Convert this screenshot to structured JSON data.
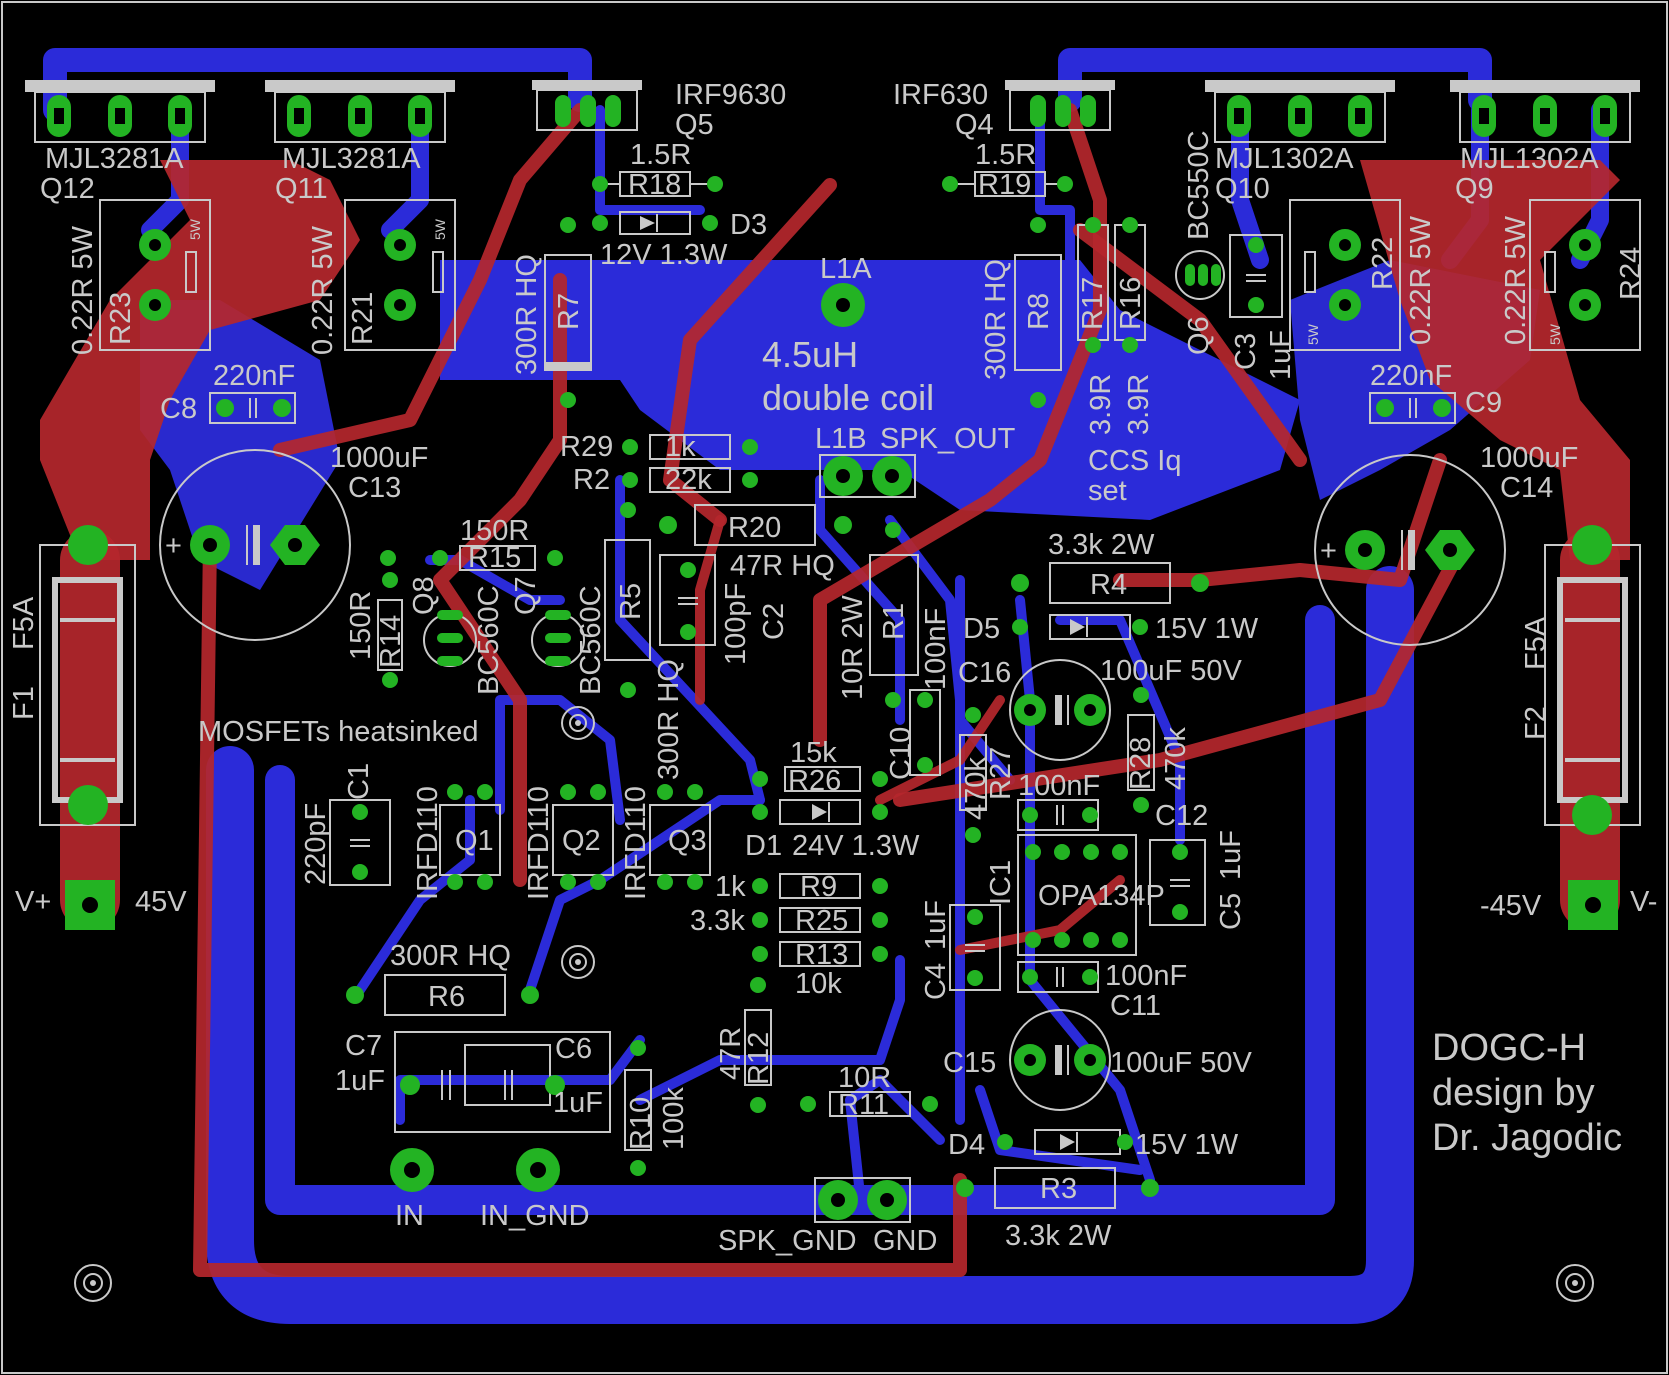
{
  "board": {
    "title_lines": [
      "DOGC-H",
      "design by",
      "Dr. Jagodic"
    ],
    "colors": {
      "background": "#000000",
      "top_copper": "#b5272c",
      "bottom_copper": "#2b2bd9",
      "pads": "#23b323",
      "silkscreen": "#c9c9c9"
    }
  },
  "power_devices": {
    "q12": {
      "part": "MJL3281A",
      "ref": "Q12"
    },
    "q11": {
      "part": "MJL3281A",
      "ref": "Q11"
    },
    "q5": {
      "part": "IRF9630",
      "ref": "Q5"
    },
    "q4": {
      "part": "IRF630",
      "ref": "Q4"
    },
    "q10": {
      "part": "MJL1302A",
      "ref": "Q10"
    },
    "q9": {
      "part": "MJL1302A",
      "ref": "Q9"
    }
  },
  "emitter_resistors": {
    "r23": {
      "value": "0.22R 5W",
      "ref": "R23",
      "rating": "5W"
    },
    "r21": {
      "value": "0.22R 5W",
      "ref": "R21",
      "rating": "5W"
    },
    "r22": {
      "value": "0.22R 5W",
      "ref": "R22",
      "rating": "5W"
    },
    "r24": {
      "value": "0.22R 5W",
      "ref": "R24",
      "rating": "5W"
    }
  },
  "top_section": {
    "r18": {
      "value": "1.5R",
      "ref": "R18"
    },
    "r19": {
      "value": "1.5R",
      "ref": "R19"
    },
    "d3": {
      "ref": "D3",
      "value": "12V 1.3W"
    },
    "r7": {
      "ref": "R7",
      "value": "300R HQ"
    },
    "r8": {
      "ref": "R8",
      "value": "300R HQ"
    },
    "l1a": "L1A",
    "coil_line1": "4.5uH",
    "coil_line2": "double coil",
    "q6_part": "BC550C",
    "q6_ref": "Q6",
    "r17": "R17",
    "r16": "R16",
    "r17_val": "3.9R",
    "r16_val": "3.9R",
    "c3_ref": "C3",
    "c3_val": "1uF",
    "ccs_line1": "CCS Iq",
    "ccs_line2": "set"
  },
  "caps": {
    "c8": {
      "ref": "C8",
      "value": "220nF"
    },
    "c9": {
      "ref": "C9",
      "value": "220nF"
    },
    "c13": {
      "ref": "C13",
      "value": "1000uF"
    },
    "c14": {
      "ref": "C14",
      "value": "1000uF"
    },
    "c16": {
      "ref": "C16",
      "value": "100uF 50V"
    },
    "c15": {
      "ref": "C15",
      "value": "100uF 50V"
    },
    "c10": {
      "ref": "C10",
      "value": "100nF"
    },
    "c11": {
      "ref": "C11",
      "value": "100nF"
    },
    "c12": {
      "ref": "C12",
      "value": "100nF"
    },
    "c2": {
      "ref": "C2",
      "value": "100pF"
    },
    "c1": {
      "ref": "C1",
      "value": "220pF"
    },
    "c5": {
      "ref": "C5",
      "value": "1uF"
    },
    "c4": {
      "ref": "C4",
      "value": "1uF"
    },
    "c7": {
      "ref": "C7",
      "value": "1uF"
    },
    "c6": {
      "ref": "C6",
      "value": "1uF"
    }
  },
  "connectors": {
    "l1b": "L1B",
    "spk_out": "SPK_OUT",
    "v_plus": "V+",
    "v_plus_val": "45V",
    "v_minus": "V-",
    "v_minus_val": "-45V",
    "in": "IN",
    "in_gnd": "IN_GND",
    "spk_gnd": "SPK_GND",
    "gnd": "GND"
  },
  "fuses": {
    "f1": {
      "ref": "F1",
      "value": "F5A"
    },
    "f2": {
      "ref": "F2",
      "value": "F5A"
    }
  },
  "middle": {
    "r29": {
      "ref": "R29",
      "value": "1k"
    },
    "r2": {
      "ref": "R2",
      "value": "22k"
    },
    "r20": {
      "ref": "R20",
      "value": "47R HQ"
    },
    "r15": {
      "ref": "R15",
      "value": "150R"
    },
    "r14": {
      "ref": "R14",
      "value": "150R"
    },
    "q8": {
      "ref": "Q8",
      "part": "BC560C"
    },
    "q7": {
      "ref": "Q7",
      "part": "BC560C"
    },
    "r5": {
      "ref": "R5",
      "value": "300R HQ"
    },
    "r1": {
      "ref": "R1",
      "value": "10R 2W"
    },
    "r4": {
      "ref": "R4",
      "value": "3.3k 2W"
    },
    "d5": {
      "ref": "D5",
      "value": "15V 1W"
    },
    "r28": {
      "ref": "R28",
      "value": "470k"
    },
    "r27": {
      "ref": "R27",
      "value": "470k"
    },
    "heatsink_note": "MOSFETs heatsinked",
    "r26": {
      "ref": "R26",
      "value": "15k"
    },
    "d1": {
      "ref": "D1",
      "value": "24V 1.3W"
    },
    "q1": {
      "ref": "Q1",
      "part": "IRFD110"
    },
    "q2": {
      "ref": "Q2",
      "part": "IRFD110"
    },
    "q3": {
      "ref": "Q3",
      "part": "IRFD110"
    },
    "r9": {
      "ref": "R9",
      "value": "1k"
    },
    "r25": {
      "ref": "R25",
      "value": "3.3k"
    },
    "r13": {
      "ref": "R13",
      "value": "10k"
    },
    "ic1": {
      "ref": "IC1",
      "part": "OPA134P"
    }
  },
  "bottom": {
    "r6": {
      "ref": "R6",
      "value": "300R HQ"
    },
    "r10": {
      "ref": "R10",
      "value": "100k"
    },
    "r12": {
      "ref": "R12",
      "value": "47R"
    },
    "r11": {
      "ref": "R11",
      "value": "10R"
    },
    "d4": {
      "ref": "D4",
      "value": "15V 1W"
    },
    "r3": {
      "ref": "R3",
      "value": "3.3k 2W"
    }
  }
}
